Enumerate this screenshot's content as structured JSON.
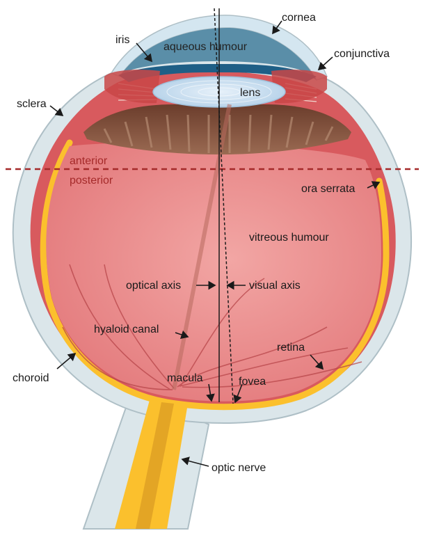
{
  "labels": {
    "cornea": "cornea",
    "iris": "iris",
    "aqueous_humour": "aqueous humour",
    "conjunctiva": "conjunctiva",
    "lens": "lens",
    "sclera": "sclera",
    "anterior": "anterior",
    "posterior": "posterior",
    "ora_serrata": "ora serrata",
    "vitreous_humour": "vitreous humour",
    "optical_axis": "optical axis",
    "visual_axis": "visual axis",
    "hyaloid_canal": "hyaloid canal",
    "retina": "retina",
    "choroid": "choroid",
    "macula": "macula",
    "fovea": "fovea",
    "optic_nerve": "optic nerve"
  },
  "colors": {
    "sclera": "#dbe6ea",
    "sclera_outline": "#aebfc6",
    "choroid": "#d85a5e",
    "retina": "#fbc02d",
    "vitreous": "#e98484",
    "ciliary_body": "#8a5a45",
    "cornea": "#d4e6f0",
    "aqueous": "#5a8ea8",
    "iris": "#1f5f86",
    "lens": "#c9dff0",
    "divider": "#a52a2a"
  }
}
